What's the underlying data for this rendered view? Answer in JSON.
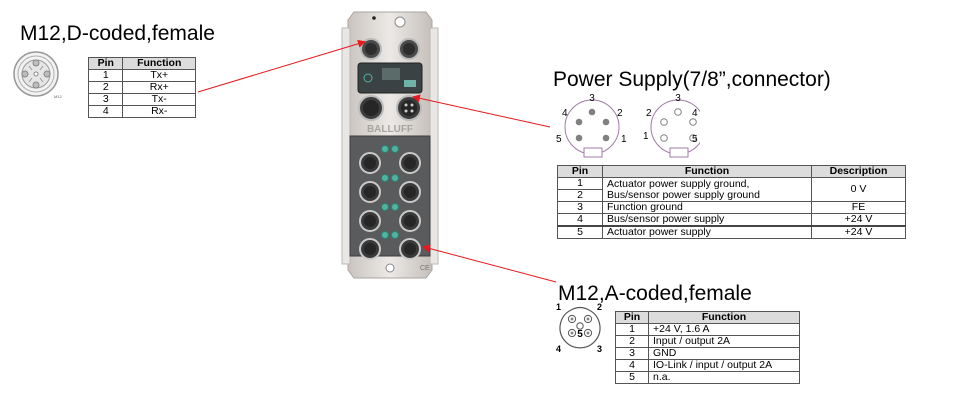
{
  "d_coded": {
    "title": "M12,D-coded,female",
    "headers": [
      "Pin",
      "Function"
    ],
    "rows": [
      {
        "pin": "1",
        "function": "Tx+"
      },
      {
        "pin": "2",
        "function": "Rx+"
      },
      {
        "pin": "3",
        "function": "Tx-"
      },
      {
        "pin": "4",
        "function": "Rx-"
      }
    ]
  },
  "power_supply": {
    "title": "Power Supply(7/8”,connector)",
    "male_pin_labels": [
      "1",
      "2",
      "3",
      "4",
      "5"
    ],
    "female_pin_labels": [
      "1",
      "2",
      "3",
      "4",
      "5"
    ],
    "headers": [
      "Pin",
      "Function",
      "Description"
    ],
    "rows": [
      {
        "pin": "1",
        "function": "Actuator power supply ground,",
        "description": "0 V"
      },
      {
        "pin": "2",
        "function": "Bus/sensor power supply ground",
        "description": ""
      },
      {
        "pin": "3",
        "function": "Function ground",
        "description": "FE"
      },
      {
        "pin": "4",
        "function": "Bus/sensor power supply",
        "description": "+24 V"
      },
      {
        "pin": "5",
        "function": "Actuator power supply",
        "description": "+24 V"
      }
    ]
  },
  "a_coded": {
    "title": "M12,A-coded,female",
    "pin_labels": [
      "1",
      "2",
      "3",
      "4",
      "5"
    ],
    "headers": [
      "Pin",
      "Function"
    ],
    "rows": [
      {
        "pin": "1",
        "function": "+24 V, 1.6 A"
      },
      {
        "pin": "2",
        "function": "Input / output 2A"
      },
      {
        "pin": "3",
        "function": "GND"
      },
      {
        "pin": "4",
        "function": "IO-Link / input / output 2A"
      },
      {
        "pin": "5",
        "function": "n.a."
      }
    ]
  },
  "device": {
    "brand": "BALLUFF",
    "mark": "CE"
  },
  "colors": {
    "arrow": "#e8181c",
    "connector_outline": "#a27ba8",
    "table_header": "#dcdcdc"
  }
}
